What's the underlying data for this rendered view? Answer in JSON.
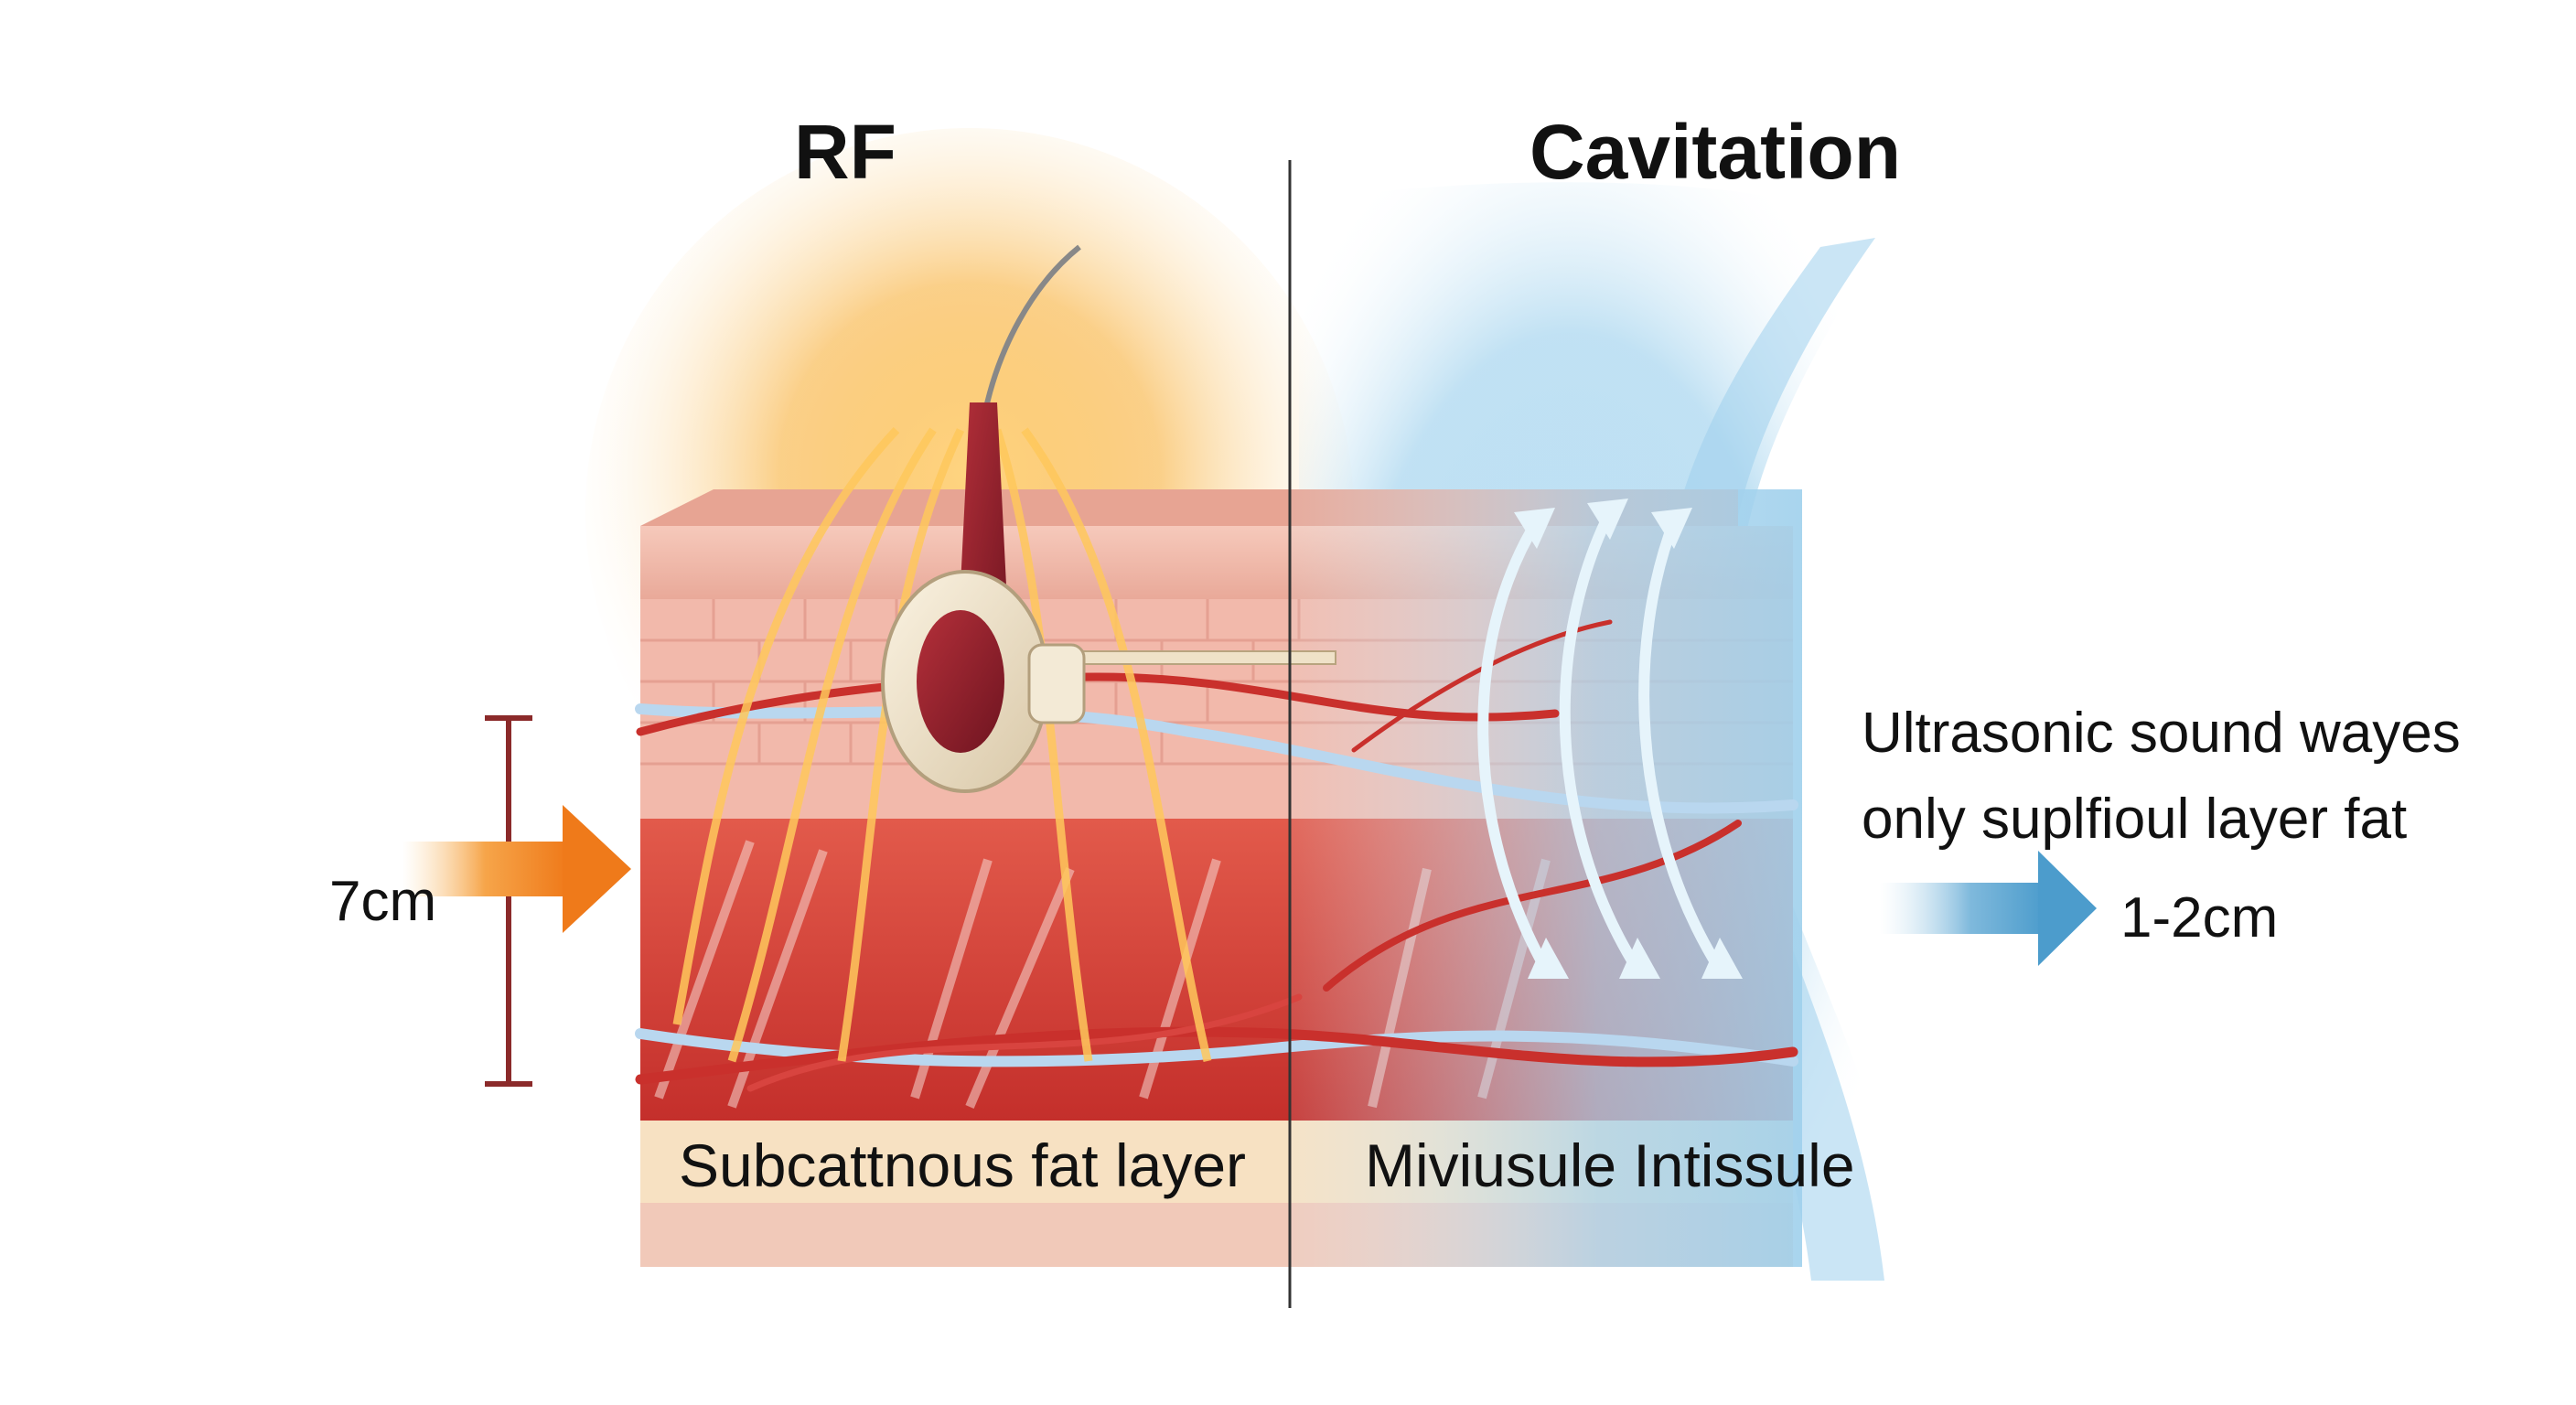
{
  "titles": {
    "left": "RF",
    "right": "Cavitation"
  },
  "depth": {
    "left": "7cm",
    "right": "1-2cm"
  },
  "annotation": {
    "line1": "Ultrasonic sound wayes",
    "line2": "only suplfioul layer fat"
  },
  "layers": {
    "left": "Subcattnous fat layer",
    "right": "Miviusule Intissule"
  },
  "colors": {
    "rf_glow": "#f7a928",
    "cavitation_glow": "#8ec9ea",
    "arrow_left": "#f07f1e",
    "arrow_right": "#4c9ccc",
    "depth_bracket": "#8b2a2a",
    "muscle": "#d9403a",
    "skin": "#f3c0b2"
  },
  "icons": {
    "rf_probe": "rf-probe-icon",
    "ultrasound_waves": "ultrasound-wave-arrows-icon"
  }
}
